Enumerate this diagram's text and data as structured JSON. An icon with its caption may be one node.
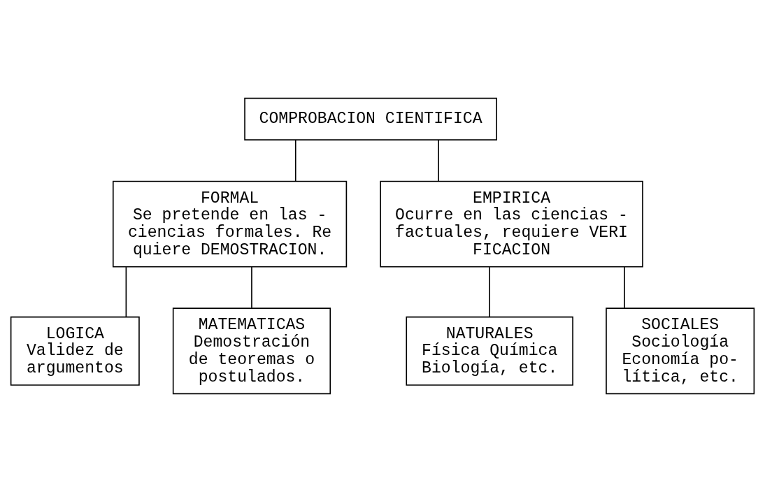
{
  "diagram": {
    "nodes": [
      {
        "text": [
          "COMPROBACION CIENTIFICA"
        ]
      },
      {
        "text": [
          "FORMAL",
          "Se pretende en las - ciencias formales. Re quiere DEMOSTRACION."
        ]
      },
      {
        "text": [
          "EMPIRICA",
          "Ocurre en las ciencias - factuales, requiere VERI FICACION"
        ]
      },
      {
        "text": [
          "LOGICA",
          "Validez de argumentos"
        ]
      },
      {
        "text": [
          "MATEMATICAS",
          "Demostración de teoremas o postulados."
        ]
      },
      {
        "text": [
          "NATURALES",
          "Física Química Biología, etc."
        ]
      },
      {
        "text": [
          "SOCIALES",
          "Sociología Economía po- lítica, etc."
        ]
      }
    ],
    "edges": [
      {
        "from": 0,
        "to": 1,
        "arrow": "none"
      },
      {
        "from": 0,
        "to": 2,
        "arrow": "none"
      },
      {
        "from": 1,
        "to": 3,
        "arrow": "none"
      },
      {
        "from": 1,
        "to": 4,
        "arrow": "none"
      },
      {
        "from": 2,
        "to": 5,
        "arrow": "none"
      },
      {
        "from": 2,
        "to": 6,
        "arrow": "none"
      }
    ]
  }
}
